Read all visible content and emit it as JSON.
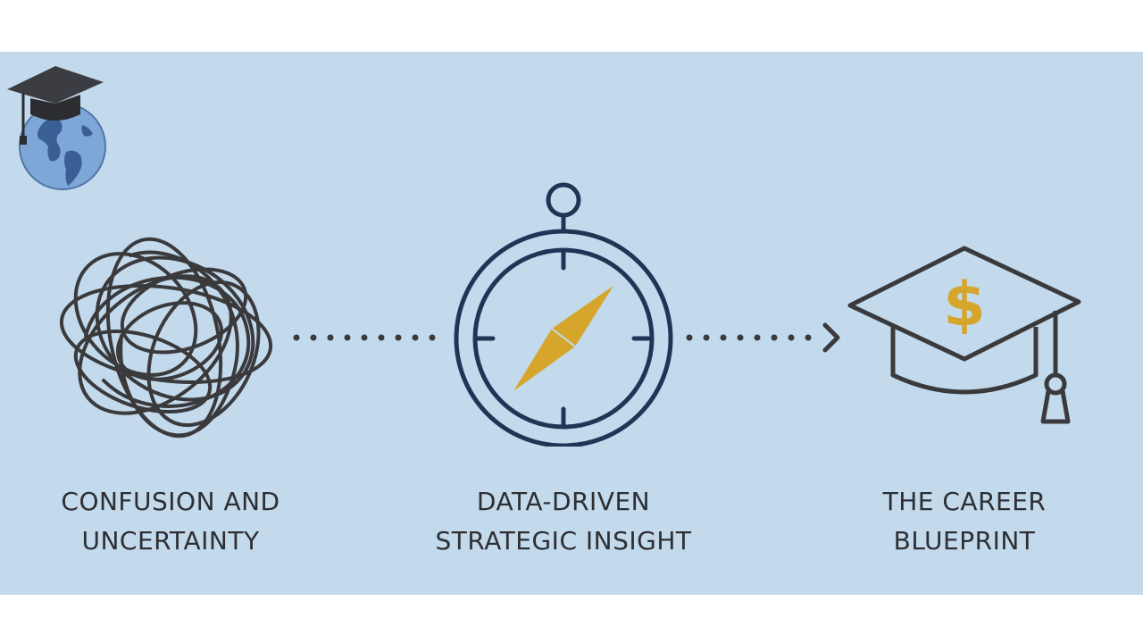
{
  "colors": {
    "background": "#c3d9ec",
    "ink": "#3a3a3c",
    "navy": "#1f3556",
    "gold": "#d6a62c"
  },
  "stages": [
    {
      "id": "confusion",
      "icon": "tangle-icon",
      "line1": "CONFUSION AND",
      "line2": "UNCERTAINTY"
    },
    {
      "id": "insight",
      "icon": "compass-icon",
      "line1": "DATA-DRIVEN",
      "line2": "STRATEGIC INSIGHT"
    },
    {
      "id": "blueprint",
      "icon": "graduation-cap-dollar-icon",
      "line1": "THE CAREER",
      "line2": "BLUEPRINT"
    }
  ],
  "logo": {
    "icon": "graduation-globe-logo"
  }
}
